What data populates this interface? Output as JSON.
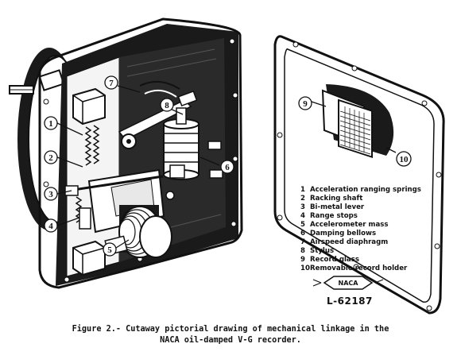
{
  "callouts": {
    "c1": "1",
    "c2": "2",
    "c3": "3",
    "c4": "4",
    "c5": "5",
    "c6": "6",
    "c7": "7",
    "c8": "8",
    "c9": "9",
    "c10": "10"
  },
  "legend": [
    {
      "num": "1",
      "text": "Acceleration ranging springs"
    },
    {
      "num": "2",
      "text": "Racking shaft"
    },
    {
      "num": "3",
      "text": "Bi-metal lever"
    },
    {
      "num": "4",
      "text": "Range stops"
    },
    {
      "num": "5",
      "text": "Accelerometer mass"
    },
    {
      "num": "6",
      "text": "Damping bellows"
    },
    {
      "num": "7",
      "text": "Airspeed diaphragm"
    },
    {
      "num": "8",
      "text": "Stylus"
    },
    {
      "num": "9",
      "text": "Record glass"
    },
    {
      "num": "10",
      "text": "Removable record holder"
    }
  ],
  "logo_text": "NACA",
  "image_id": "L-62187",
  "caption": {
    "line1": "Figure 2.- Cutaway pictorial drawing of mechanical linkage in the",
    "line2": "NACA oil-damped V-G recorder."
  }
}
